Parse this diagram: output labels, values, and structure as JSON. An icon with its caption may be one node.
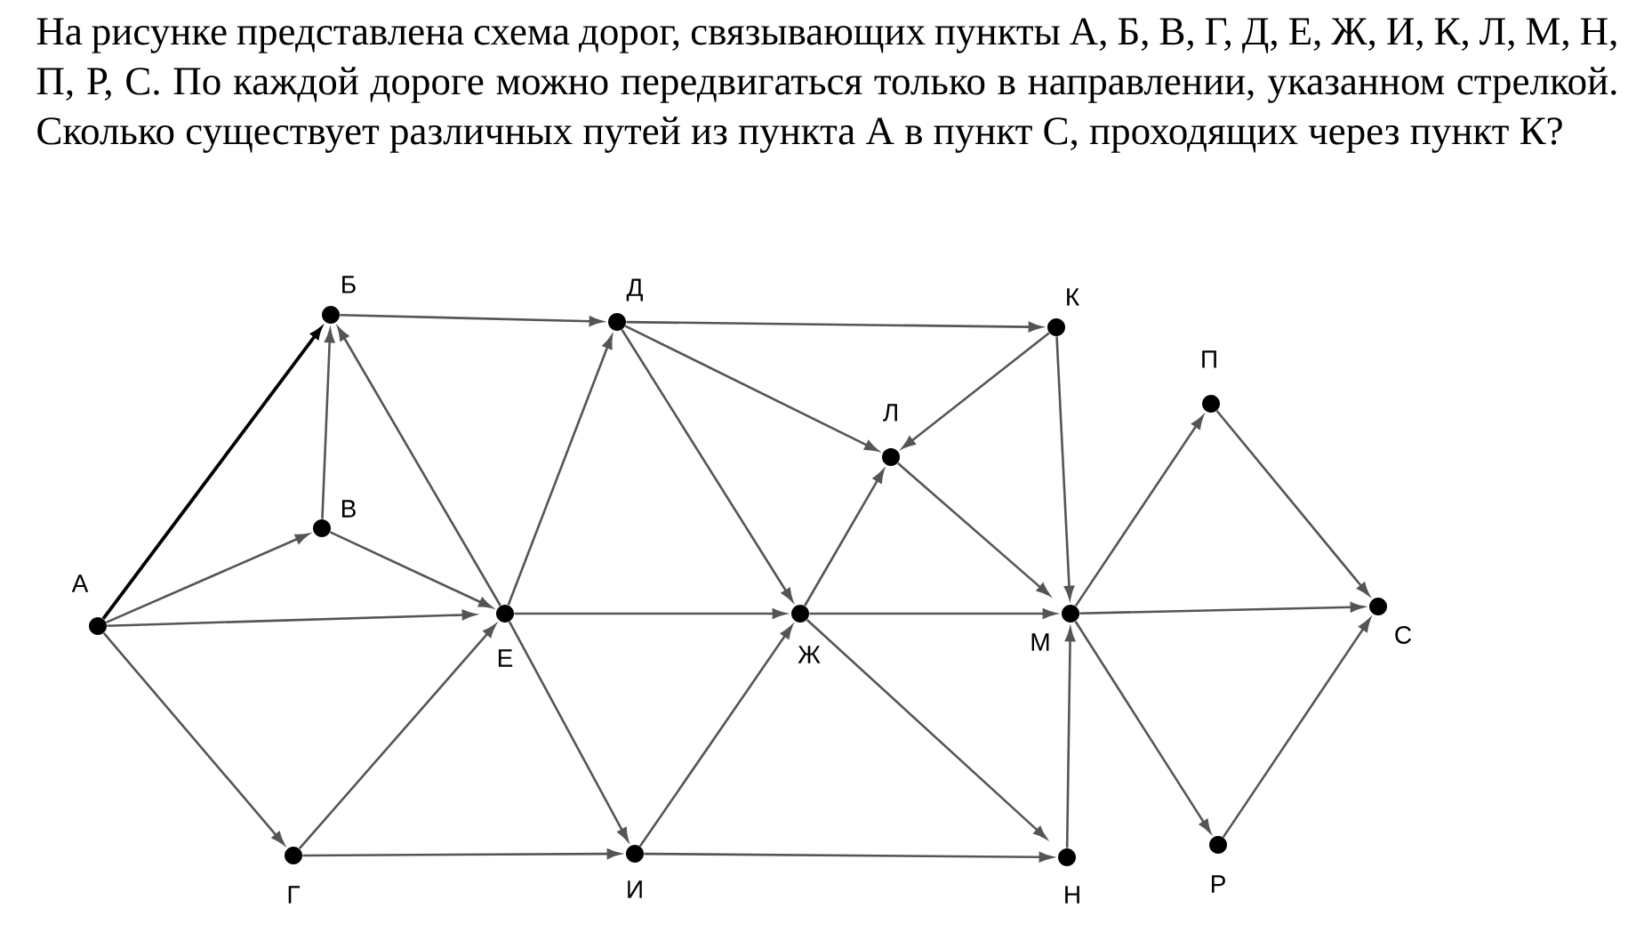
{
  "diagram": {
    "nodes": [
      {
        "text": [
          "А"
        ]
      },
      {
        "text": [
          "Б"
        ]
      },
      {
        "text": [
          "В"
        ]
      },
      {
        "text": [
          "Г"
        ]
      },
      {
        "text": [
          "Д"
        ]
      },
      {
        "text": [
          "Е"
        ]
      },
      {
        "text": [
          "Ж"
        ]
      },
      {
        "text": [
          "И"
        ]
      },
      {
        "text": [
          "К"
        ]
      },
      {
        "text": [
          "Л"
        ]
      },
      {
        "text": [
          "М"
        ]
      },
      {
        "text": [
          "Н"
        ]
      },
      {
        "text": [
          "П"
        ]
      },
      {
        "text": [
          "Р"
        ]
      },
      {
        "text": [
          "С"
        ]
      }
    ],
    "edges": [
      {
        "from": 0,
        "to": 1,
        "arrow": "to",
        "color": "#000000"
      },
      {
        "from": 0,
        "to": 2,
        "arrow": "to"
      },
      {
        "from": 0,
        "to": 5,
        "arrow": "to"
      },
      {
        "from": 0,
        "to": 3,
        "arrow": "to"
      },
      {
        "from": 2,
        "to": 1,
        "arrow": "to"
      },
      {
        "from": 2,
        "to": 5,
        "arrow": "to"
      },
      {
        "from": 5,
        "to": 1,
        "arrow": "to"
      },
      {
        "from": 1,
        "to": 4,
        "arrow": "to"
      },
      {
        "from": 3,
        "to": 5,
        "arrow": "to"
      },
      {
        "from": 3,
        "to": 7,
        "arrow": "to"
      },
      {
        "from": 5,
        "to": 4,
        "arrow": "to"
      },
      {
        "from": 5,
        "to": 6,
        "arrow": "to"
      },
      {
        "from": 5,
        "to": 7,
        "arrow": "to"
      },
      {
        "from": 4,
        "to": 8,
        "arrow": "to"
      },
      {
        "from": 4,
        "to": 9,
        "arrow": "to"
      },
      {
        "from": 4,
        "to": 6,
        "arrow": "to"
      },
      {
        "from": 7,
        "to": 6,
        "arrow": "to"
      },
      {
        "from": 7,
        "to": 11,
        "arrow": "to"
      },
      {
        "from": 6,
        "to": 9,
        "arrow": "to"
      },
      {
        "from": 6,
        "to": 10,
        "arrow": "to"
      },
      {
        "from": 6,
        "to": 11,
        "arrow": "to"
      },
      {
        "from": 8,
        "to": 9,
        "arrow": "to"
      },
      {
        "from": 8,
        "to": 10,
        "arrow": "to"
      },
      {
        "from": 9,
        "to": 10,
        "arrow": "to"
      },
      {
        "from": 11,
        "to": 10,
        "arrow": "to"
      },
      {
        "from": 10,
        "to": 12,
        "arrow": "to"
      },
      {
        "from": 10,
        "to": 14,
        "arrow": "to"
      },
      {
        "from": 10,
        "to": 13,
        "arrow": "to"
      },
      {
        "from": 12,
        "to": 14,
        "arrow": "to"
      },
      {
        "from": 13,
        "to": 14,
        "arrow": "to"
      }
    ],
    "labels": [
      "На рисунке представлена схема дорог, связывающих пункты А, Б, В, Г, Д, Е, Ж, И, К, Л, М, Н, П, Р, С. По каждой дороге можно передвигаться только в направлении, указанном стрелкой. Сколько существует различных путей из пункта А в пункт С, проходящих через пункт К?"
    ]
  }
}
